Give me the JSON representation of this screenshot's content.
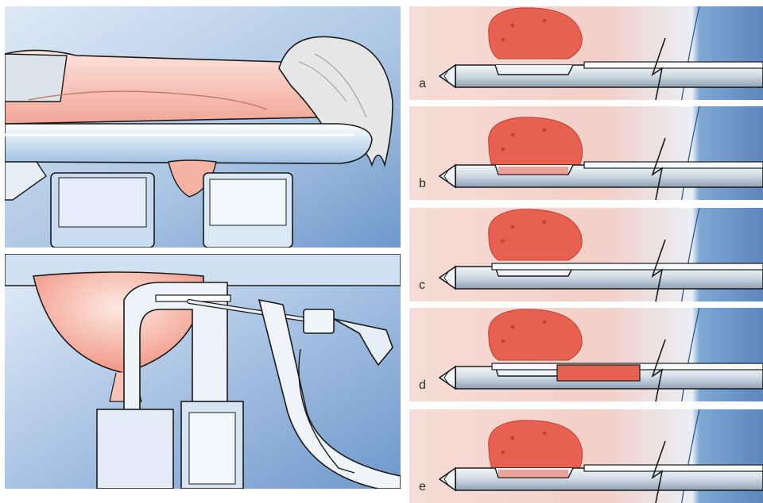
{
  "figure": {
    "steps": [
      {
        "label": "a",
        "tissue_position": "above-notch",
        "sheath": "retracted",
        "tissue_in_notch": 0
      },
      {
        "label": "b",
        "tissue_position": "prolapsed-into-notch",
        "sheath": "retracted",
        "tissue_in_notch": 1
      },
      {
        "label": "c",
        "tissue_position": "above-notch",
        "sheath": "advanced",
        "tissue_in_notch": 0
      },
      {
        "label": "d",
        "tissue_position": "above-notch",
        "sheath": "advanced",
        "tissue_in_notch": 1
      },
      {
        "label": "e",
        "tissue_position": "prolapsed-into-notch",
        "sheath": "retracted",
        "tissue_in_notch": 1
      }
    ]
  },
  "colors": {
    "skin": "#f4b9ab",
    "tissue": "#e8604f",
    "table": "#bcd6ec",
    "background_blue": "#7fa8d4",
    "needle": "#cfd8e2",
    "outline": "#1a1a1a"
  }
}
